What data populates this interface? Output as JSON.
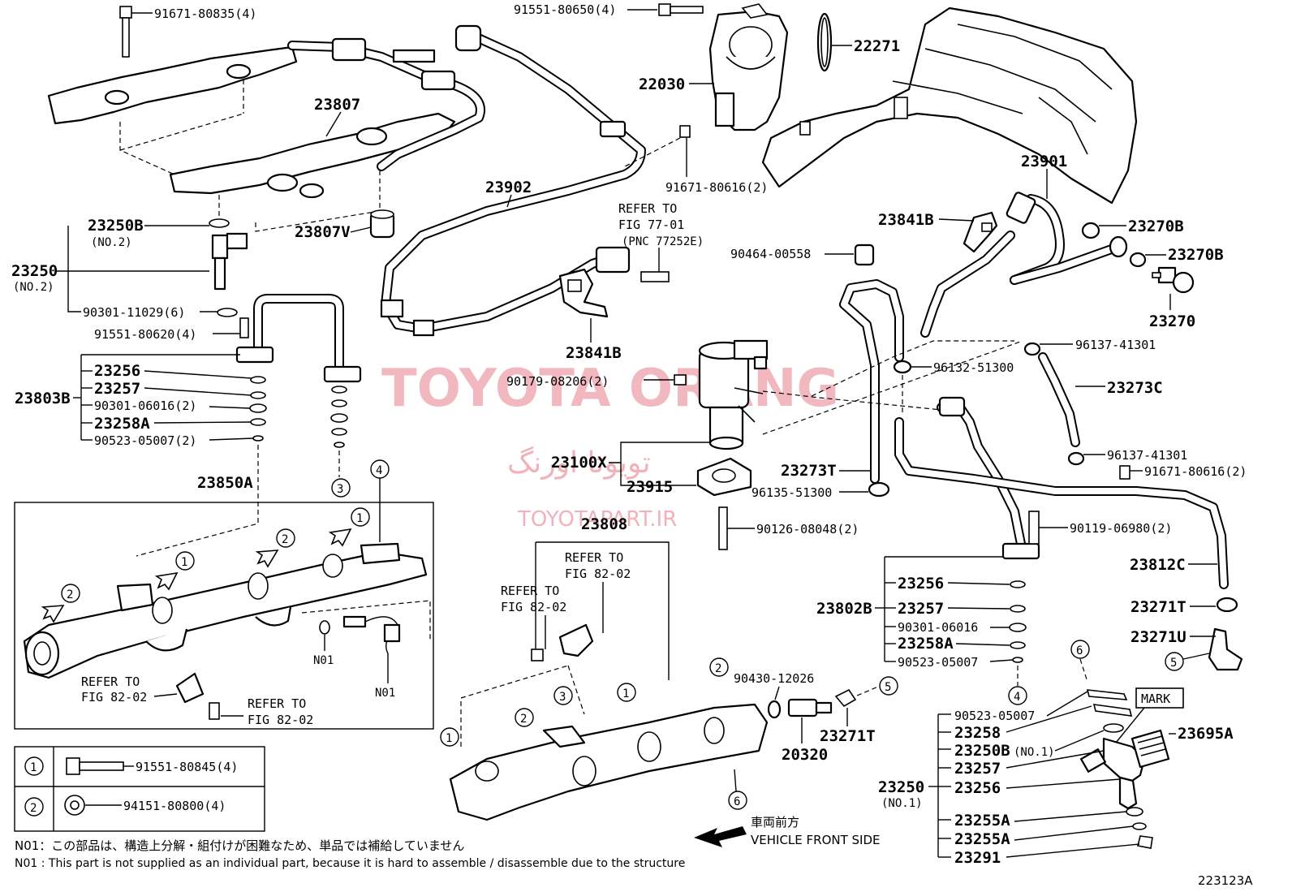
{
  "watermark": {
    "main": "TOYOTA ORANG",
    "persian": "تویوتا اورنگ",
    "site": "TOYOTAPART.IR"
  },
  "labels": {
    "p91671_80835": "91671-80835(4)",
    "p91551_80650": "91551-80650(4)",
    "p22271": "22271",
    "p22030": "22030",
    "p23807": "23807",
    "p23807V": "23807V",
    "p23250B_top": "23250B",
    "no2_a": "(NO.2)",
    "p23250_top": "23250",
    "no2_b": "(NO.2)",
    "p90301_11029": "90301-11029(6)",
    "p91551_80620": "91551-80620(4)",
    "p23256_l": "23256",
    "p23257_l": "23257",
    "p90301_06016_l": "90301-06016(2)",
    "p23258A_l": "23258A",
    "p90523_05007_l": "90523-05007(2)",
    "p23803B": "23803B",
    "p23850A": "23850A",
    "p23902": "23902",
    "p91671_80616_top": "91671-80616(2)",
    "refer1_a": "REFER TO",
    "refer1_b": "FIG 77-01",
    "refer1_c": "(PNC 77252E)",
    "p23841B_mid": "23841B",
    "p23901": "23901",
    "p23841B_right": "23841B",
    "p23270B_1": "23270B",
    "p23270B_2": "23270B",
    "p23270": "23270",
    "p90464_00558": "90464-00558",
    "p96137_41301_a": "96137-41301",
    "p96132_51300": "96132-51300",
    "p90179_08206": "90179-08206(2)",
    "p23273C": "23273C",
    "p96137_41301_b": "96137-41301",
    "p91671_80616_r": "91671-80616(2)",
    "p23100X": "23100X",
    "p23273T": "23273T",
    "p23915": "23915",
    "p96135_51300": "96135-51300",
    "p90126_08048": "90126-08048(2)",
    "p23808": "23808",
    "p90119_06980": "90119-06980(2)",
    "p23812C": "23812C",
    "refer2_a": "REFER TO",
    "refer2_b": "FIG 82-02",
    "refer3_a": "REFER TO",
    "refer3_b": "FIG 82-02",
    "p23256_r": "23256",
    "p23802B": "23802B",
    "p23257_r": "23257",
    "p90301_06016_r": "90301-06016",
    "p23258A_r": "23258A",
    "p90523_05007_r": "90523-05007",
    "p23271T_r": "23271T",
    "p23271U": "23271U",
    "refer4_a": "REFER TO",
    "refer4_b": "FIG 82-02",
    "refer5_a": "REFER TO",
    "refer5_b": "FIG 82-02",
    "n01_a": "N01",
    "n01_b": "N01",
    "p90430_12026": "90430-12026",
    "p20320": "20320",
    "p23271T_b": "23271T",
    "p90523_05007_b": "90523-05007",
    "p23258_b": "23258",
    "p23250B_b": "23250B",
    "no1_a": "(NO.1)",
    "p23257_b": "23257",
    "p23250_b": "23250",
    "no1_b": "(NO.1)",
    "p23256_b": "23256",
    "p23255A_1": "23255A",
    "p23255A_2": "23255A",
    "p23291": "23291",
    "mark": "MARK",
    "p23695A": "23695A",
    "front_jp": "車両前方",
    "front_en": "VEHICLE FRONT SIDE",
    "fig_no": "223123A"
  },
  "callouts": [
    "1",
    "2",
    "3",
    "4",
    "5",
    "6"
  ],
  "legend": [
    {
      "key": "1",
      "part": "91551-80845(4)"
    },
    {
      "key": "2",
      "part": "94151-80800(4)"
    }
  ],
  "notes": {
    "jp": "N01：この部品は、構造上分解・組付けが困難なため、単品では補給していません",
    "en": "N01 : This part is not supplied as an individual part, because it is hard to assemble / disassemble due to the structure"
  }
}
